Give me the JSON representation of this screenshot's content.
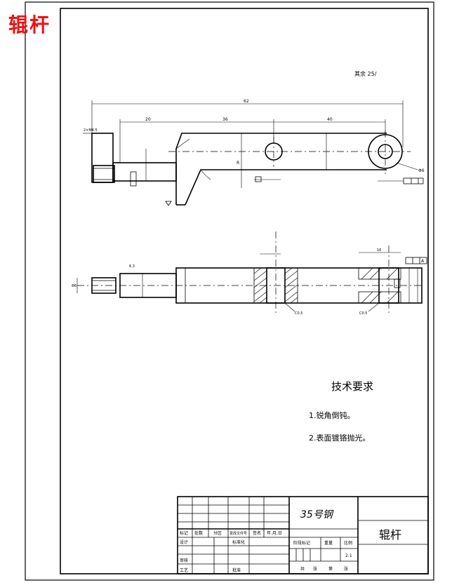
{
  "stamp_title": "辊杆",
  "surface_finish_note": "其余 25/",
  "top_view": {
    "dim_overall": "62",
    "dim_20": "20",
    "dim_36": "36",
    "dim_40": "40",
    "dim_thread": "2×M4.5",
    "dim_r": "R",
    "dim_phi6": "Φ6"
  },
  "section_view": {
    "dim_left": "Φ6",
    "dim_63": "6.3",
    "dim_c05_a": "C0.5",
    "dim_c05_b": "C0.5",
    "dim_16": "16",
    "tol_datum": "A"
  },
  "tech_requirements": {
    "title": "技术要求",
    "items": [
      "1.锐角倒钝。",
      "2.表面镀铬抛光。"
    ]
  },
  "title_block": {
    "material": "35号钢",
    "part_name": "辊杆",
    "row_labels": [
      "标记",
      "处数",
      "分区",
      "更改文件号",
      "签名",
      "年.月.日"
    ],
    "design": "设计",
    "standardize": "标准化",
    "review": "审核",
    "process": "工艺",
    "approve": "批准",
    "stage_mark": "阶段标记",
    "weight": "重量",
    "scale": "比例",
    "scale_value": "2:1",
    "sheets": [
      "共",
      "张",
      "第",
      "张"
    ]
  }
}
